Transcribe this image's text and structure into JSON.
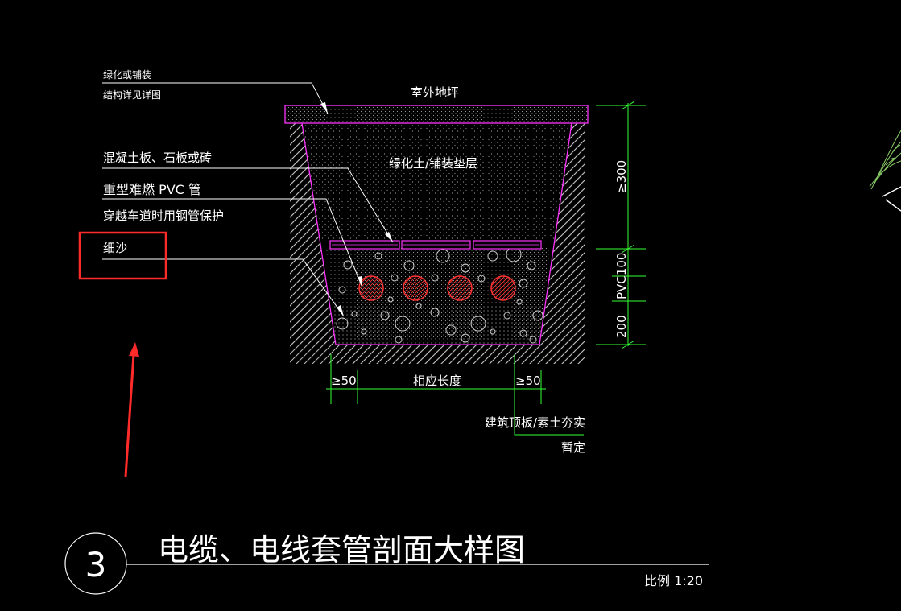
{
  "labels": {
    "greening_paving": "绿化或铺装",
    "structure_ref": "结构详见详图",
    "outdoor_grade": "室外地坪",
    "slab": "混凝土板、石板或砖",
    "pvc_pipe": "重型难燃  PVC  管",
    "crossing_note": "穿越车道时用钢管保护",
    "fine_sand": "细沙",
    "greening_soil": "绿化土/铺装垫层",
    "corresponding_length": "相应长度",
    "roof_slab": "建筑顶板/素土夯实",
    "tentative": "暂定"
  },
  "dimensions": {
    "left_margin": "≥50",
    "right_margin": "≥50",
    "depth_top": "≥300",
    "pvc_dim": "PVC100",
    "depth_bottom": "200"
  },
  "title": {
    "number": "3",
    "text": "电缆、电线套管剖面大样图",
    "scale": "比例  1:20"
  },
  "colors": {
    "magenta": "#ff33ff",
    "green": "#33ff33",
    "red_pipe": "#ff3333",
    "annotation_red": "#ff2a2a"
  }
}
